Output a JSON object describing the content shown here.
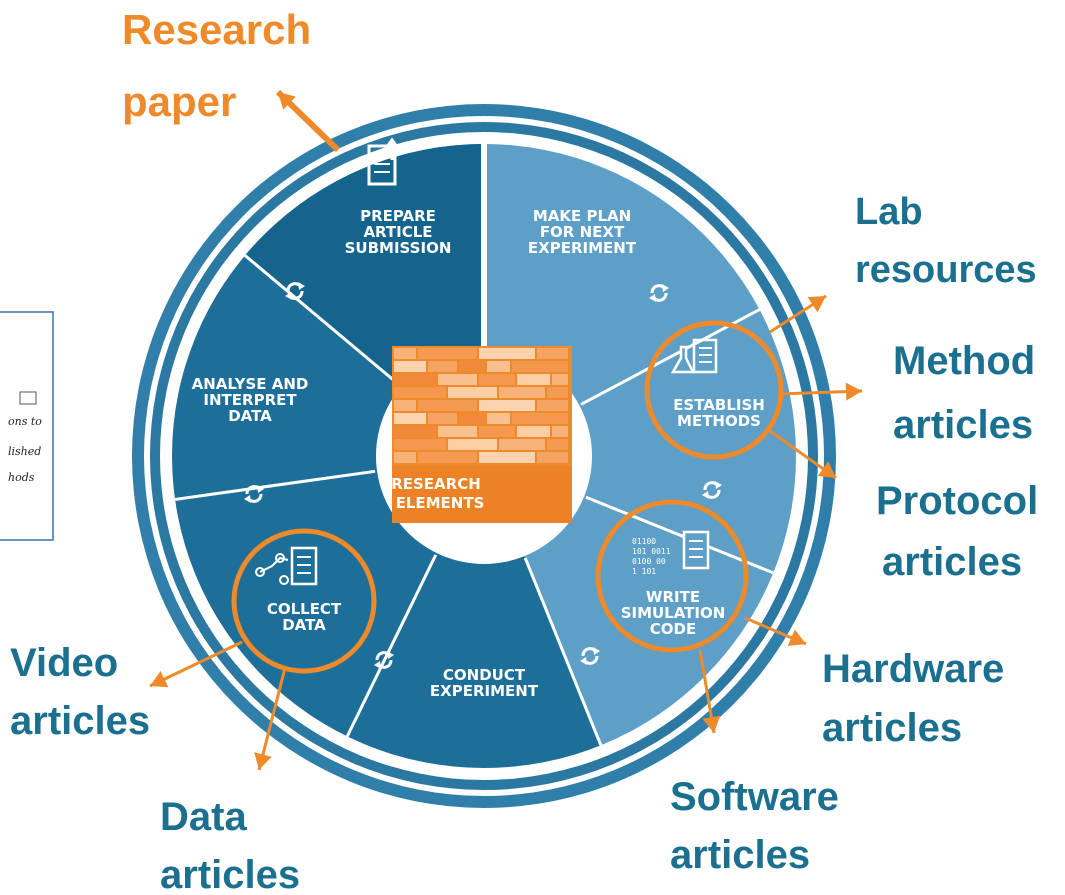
{
  "colors": {
    "ring_dark": "#1d6f9a",
    "ring_light": "#5d9fc6",
    "outer_band": "#2f7faa",
    "accent_orange": "#ef8a2a",
    "label_blue": "#1b6f8f",
    "white": "#ffffff"
  },
  "center": {
    "line1": "RESEARCH",
    "line2": "ELEMENTS"
  },
  "segments": [
    {
      "id": "prepare",
      "lines": [
        "PREPARE",
        "ARTICLE",
        "SUBMISSION"
      ],
      "icon": "document-upload-icon"
    },
    {
      "id": "plan",
      "lines": [
        "MAKE PLAN",
        "FOR NEXT",
        "EXPERIMENT"
      ],
      "icon": ""
    },
    {
      "id": "methods",
      "lines": [
        "ESTABLISH",
        "METHODS"
      ],
      "icon": "flask-document-icon"
    },
    {
      "id": "code",
      "lines": [
        "WRITE",
        "SIMULATION",
        "CODE"
      ],
      "icon": "binary-document-icon"
    },
    {
      "id": "conduct",
      "lines": [
        "CONDUCT",
        "EXPERIMENT"
      ],
      "icon": ""
    },
    {
      "id": "collect",
      "lines": [
        "COLLECT",
        "DATA"
      ],
      "icon": "data-nodes-document-icon"
    },
    {
      "id": "analyse",
      "lines": [
        "ANALYSE AND",
        "INTERPRET",
        "DATA"
      ],
      "icon": ""
    }
  ],
  "cycle_icon": "refresh-cycle-icon",
  "outputs": {
    "research_paper": [
      "Research",
      "paper"
    ],
    "lab_resources": [
      "Lab",
      "resources"
    ],
    "method_articles": [
      "Method",
      "articles"
    ],
    "protocol_articles": [
      "Protocol",
      "articles"
    ],
    "hardware_articles": [
      "Hardware",
      "articles"
    ],
    "software_articles": [
      "Software",
      "articles"
    ],
    "data_articles": [
      "Data",
      "articles"
    ],
    "video_articles": [
      "Video",
      "articles"
    ]
  },
  "inset": {
    "lines": [
      "ons to",
      "lished",
      "hods"
    ]
  }
}
